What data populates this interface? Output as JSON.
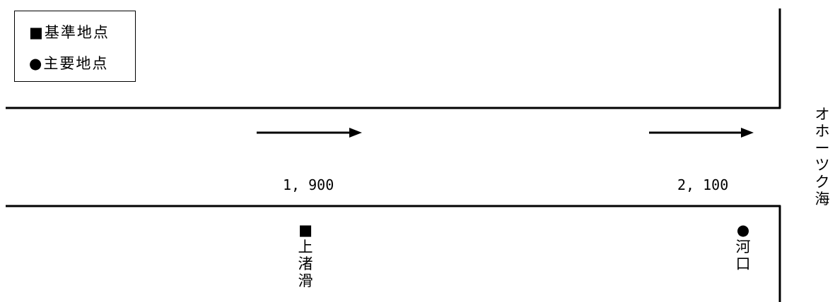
{
  "legend": {
    "reference_point": "■基準地点",
    "main_point": "●主要地点"
  },
  "flows": [
    {
      "value": "1, 900"
    },
    {
      "value": "2, 100"
    }
  ],
  "stations": [
    {
      "marker": "■",
      "name": "上渚滑"
    },
    {
      "marker": "●",
      "name": "河口"
    }
  ],
  "sea_label": "オホーツク海"
}
